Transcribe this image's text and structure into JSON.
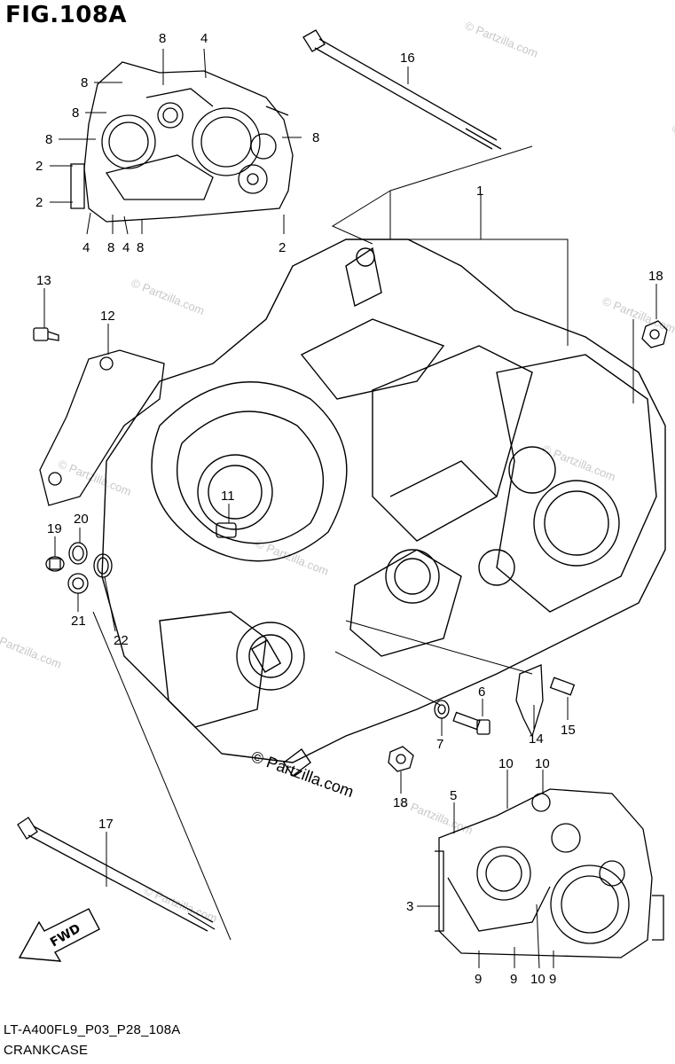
{
  "figure": {
    "title": "FIG.108A",
    "model_code": "LT-A400FL9_P03_P28_108A",
    "section_name": "CRANKCASE"
  },
  "watermark": {
    "text": "© Partzilla.com"
  },
  "fwd_arrow": {
    "label": "FWD"
  },
  "callouts": [
    {
      "id": "c1",
      "label": "1"
    },
    {
      "id": "c2a",
      "label": "2"
    },
    {
      "id": "c2b",
      "label": "2"
    },
    {
      "id": "c2c",
      "label": "2"
    },
    {
      "id": "c3",
      "label": "3"
    },
    {
      "id": "c4a",
      "label": "4"
    },
    {
      "id": "c4b",
      "label": "4"
    },
    {
      "id": "c4c",
      "label": "4"
    },
    {
      "id": "c5",
      "label": "5"
    },
    {
      "id": "c6",
      "label": "6"
    },
    {
      "id": "c7",
      "label": "7"
    },
    {
      "id": "c8a",
      "label": "8"
    },
    {
      "id": "c8b",
      "label": "8"
    },
    {
      "id": "c8c",
      "label": "8"
    },
    {
      "id": "c8d",
      "label": "8"
    },
    {
      "id": "c8e",
      "label": "8"
    },
    {
      "id": "c8f",
      "label": "8"
    },
    {
      "id": "c8g",
      "label": "8"
    },
    {
      "id": "c9a",
      "label": "9"
    },
    {
      "id": "c9b",
      "label": "9"
    },
    {
      "id": "c9c",
      "label": "9"
    },
    {
      "id": "c10a",
      "label": "10"
    },
    {
      "id": "c10b",
      "label": "10"
    },
    {
      "id": "c10c",
      "label": "10"
    },
    {
      "id": "c11",
      "label": "11"
    },
    {
      "id": "c12",
      "label": "12"
    },
    {
      "id": "c13",
      "label": "13"
    },
    {
      "id": "c14",
      "label": "14"
    },
    {
      "id": "c15",
      "label": "15"
    },
    {
      "id": "c16",
      "label": "16"
    },
    {
      "id": "c17",
      "label": "17"
    },
    {
      "id": "c18a",
      "label": "18"
    },
    {
      "id": "c18b",
      "label": "18"
    },
    {
      "id": "c19",
      "label": "19"
    },
    {
      "id": "c20",
      "label": "20"
    },
    {
      "id": "c21",
      "label": "21"
    },
    {
      "id": "c22",
      "label": "22"
    }
  ]
}
